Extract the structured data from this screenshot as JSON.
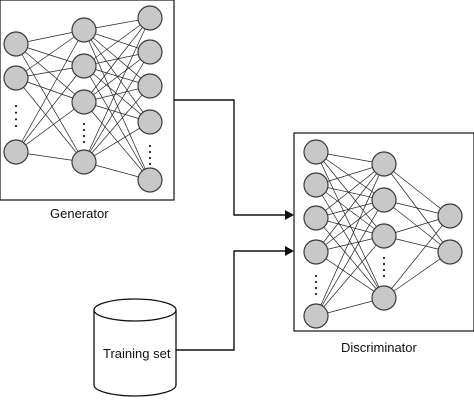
{
  "generator": {
    "label": "Generator"
  },
  "discriminator": {
    "label": "Discriminator"
  },
  "training_set": {
    "label": "Training set"
  }
}
